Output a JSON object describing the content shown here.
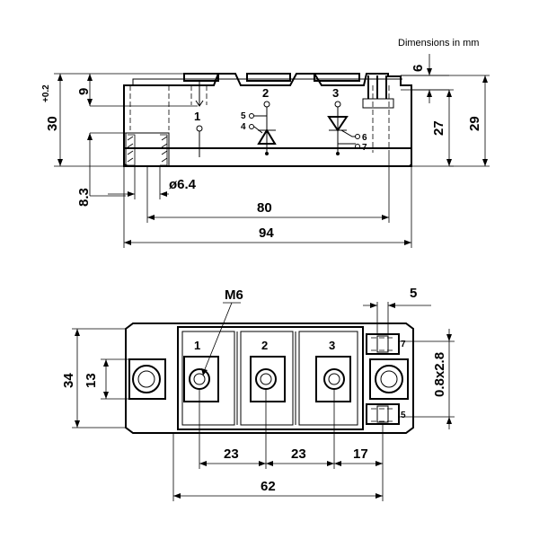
{
  "diagram": {
    "units_note": "Dimensions in mm",
    "side_view": {
      "dims": {
        "height_total": "30",
        "height_tol": "+0.2",
        "top_gap": "9",
        "tab_width": "6",
        "inner_height": "27",
        "outer_height": "29",
        "base_height": "8.3",
        "hole_dia": "ø6.4",
        "hole_span": "80",
        "overall_length": "94"
      },
      "terminals": {
        "t1": "1",
        "t2": "2",
        "t3": "3",
        "t4": "4",
        "t5": "5",
        "t6": "6",
        "t7": "7"
      }
    },
    "top_view": {
      "dims": {
        "thread": "M6",
        "width": "34",
        "center_13": "13",
        "pin_spacing_1": "23",
        "pin_spacing_2": "23",
        "edge_17": "17",
        "span_62": "62",
        "aux_pin_5": "5",
        "aux_pin_size": "0.8x2.8"
      },
      "terminals": {
        "t1": "1",
        "t2": "2",
        "t3": "3",
        "t5": "5",
        "t7": "7"
      }
    }
  }
}
